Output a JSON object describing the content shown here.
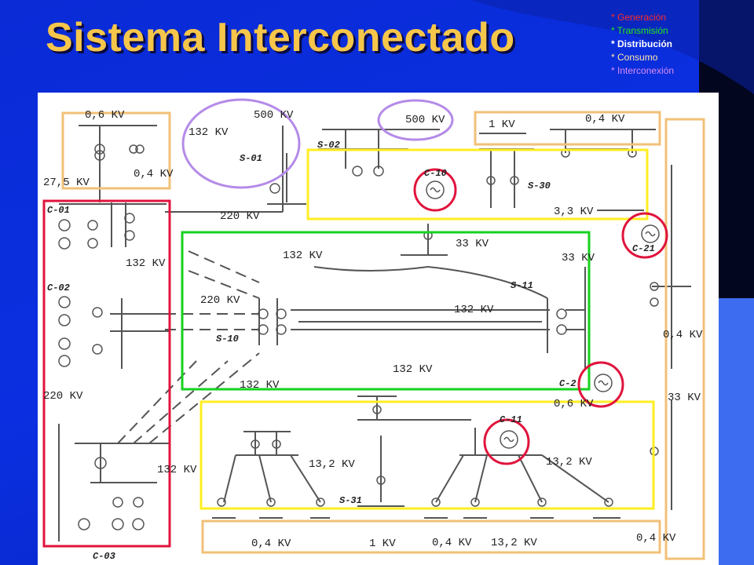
{
  "title": "Sistema Interconectado",
  "legend": [
    {
      "text": "* Generación",
      "color": "#ff2a2a"
    },
    {
      "text": "* Transmisión",
      "color": "#22e822"
    },
    {
      "text": "* Distribución",
      "color": "#ffffff"
    },
    {
      "text": "* Consumo",
      "color": "#ffe7a8"
    },
    {
      "text": "* Interconexión",
      "color": "#d98cf0"
    }
  ],
  "box_colors": {
    "generation": "#e0143c",
    "transmission": "#15d21e",
    "distribution": "#ffee22",
    "consumption": "#f2c078",
    "interconnection": "#b48be8"
  },
  "voltage_labels": {
    "v0_6_top": "0,6 KV",
    "v132_top": "132 KV",
    "v500_a": "500 KV",
    "v500_b": "500 KV",
    "v1_top": "1 KV",
    "v0_4_top": "0,4 KV",
    "v0_4_left": "0,4 KV",
    "v27_5": "27,5 KV",
    "v220_a": "220 KV",
    "v3_3": "3,3 KV",
    "v33_a": "33 KV",
    "v33_b": "33 KV",
    "v132_b": "132 KV",
    "v132_c": "132 KV",
    "v220_b": "220 KV",
    "v132_d": "132 KV",
    "v0_4_right": "0,4 KV",
    "v132_e": "132 KV",
    "v132_f": "132 KV",
    "v220_c": "220 KV",
    "v0_6_mid": "0,6 KV",
    "v33_right": "33 KV",
    "v13_2_a": "13,2 KV",
    "v13_2_b": "13,2 KV",
    "v132_g": "132 KV",
    "b0_4_a": "0,4 KV",
    "b1": "1 KV",
    "b0_4_b": "0,4 KV",
    "b13_2": "13,2 KV",
    "b0_4_c": "0,4 KV"
  },
  "stations": {
    "s01": "S-01",
    "s02": "S-02",
    "s30": "S-30",
    "s11": "S-11",
    "s10": "S-10",
    "s31": "S-31",
    "c01": "C-01",
    "c02": "C-02",
    "c03": "C-03",
    "c10": "C-10",
    "c21": "C-21",
    "c2": "C-2",
    "c11": "C-11"
  }
}
